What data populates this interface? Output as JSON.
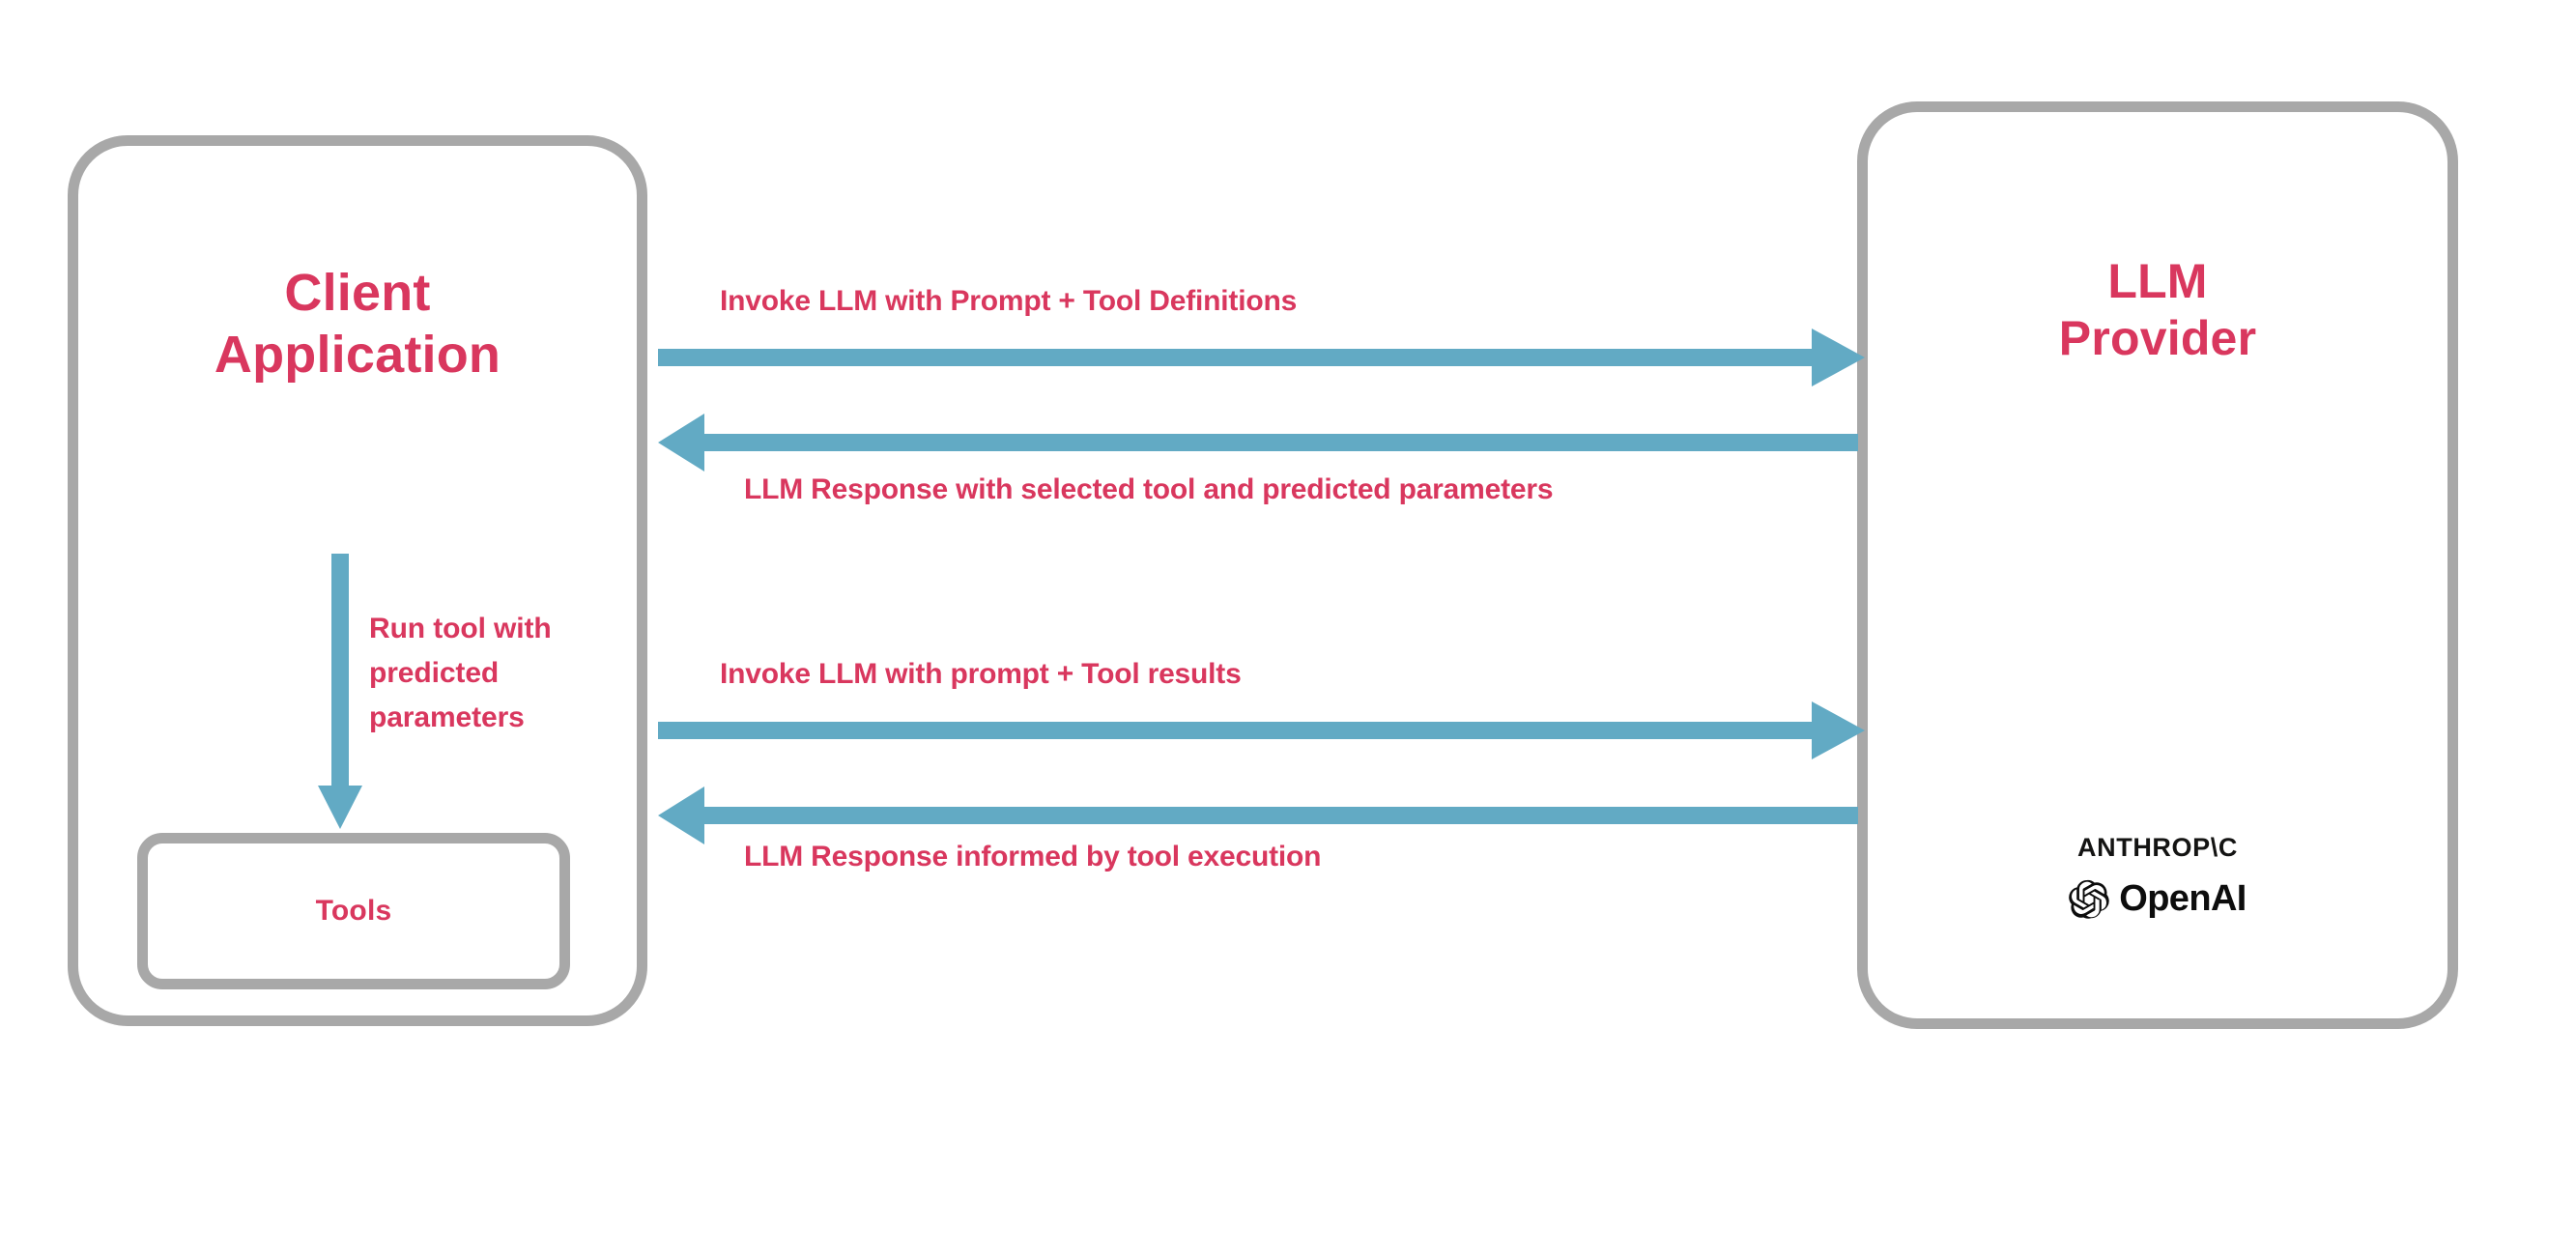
{
  "diagram": {
    "title": "LLM tool calling interaction flow",
    "colors": {
      "accent_text": "#d9375e",
      "arrow": "#62aac4",
      "box_border": "#a8a8a8",
      "background": "#ffffff",
      "logo_text": "#141413"
    }
  },
  "client": {
    "title": "Client\nApplication",
    "tools": {
      "label": "Tools"
    },
    "internal_arrow_label": "Run tool with\npredicted\nparameters"
  },
  "provider": {
    "title": "LLM\nProvider",
    "logos": [
      {
        "name": "anthropic-logo",
        "text": "ANTHROP\\C"
      },
      {
        "name": "openai-logo",
        "text": "OpenAI"
      }
    ]
  },
  "messages": [
    {
      "id": "invoke-1",
      "direction": "right",
      "label": "Invoke LLM with Prompt + Tool Definitions"
    },
    {
      "id": "response-1",
      "direction": "left",
      "label": "LLM Response with selected tool and predicted parameters"
    },
    {
      "id": "invoke-2",
      "direction": "right",
      "label": "Invoke LLM with prompt + Tool results"
    },
    {
      "id": "response-2",
      "direction": "left",
      "label": "LLM Response informed by tool execution"
    }
  ]
}
